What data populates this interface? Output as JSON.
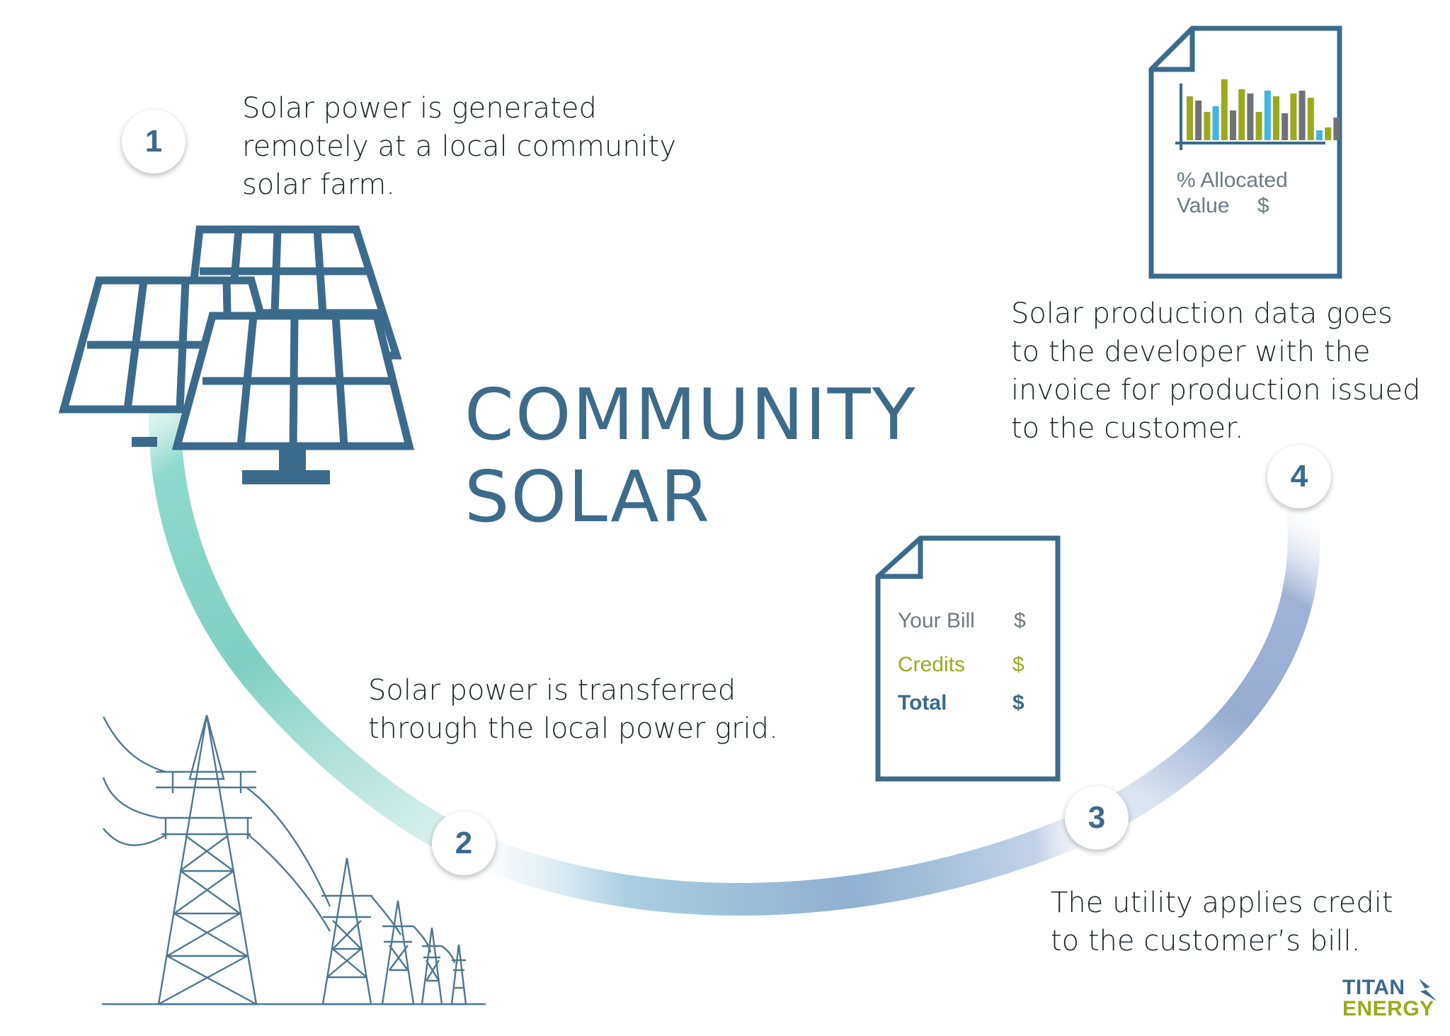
{
  "title": {
    "line1": "COMMUNITY",
    "line2": "SOLAR"
  },
  "steps": [
    {
      "number": "1",
      "lines": [
        "Solar power is generated",
        "remotely at a local community",
        "solar farm."
      ]
    },
    {
      "number": "2",
      "lines": [
        "Solar power is transferred",
        "through the local power grid."
      ]
    },
    {
      "number": "3",
      "lines": [
        "The utility applies credit",
        "to the customer’s bill."
      ]
    },
    {
      "number": "4",
      "lines": [
        "Solar production data goes",
        "to the developer with the",
        "invoice for production issued",
        "to the customer."
      ]
    }
  ],
  "bill": {
    "your_bill_label": "Your Bill",
    "your_bill_value": "$",
    "credits_label": "Credits",
    "credits_value": "$",
    "total_label": "Total",
    "total_value": "$"
  },
  "invoice": {
    "allocated_label": "% Allocated",
    "value_label": "Value",
    "value_symbol": "$"
  },
  "logo": {
    "line1": "TITAN",
    "line2": "ENERGY"
  },
  "colors": {
    "primary": "#3b6b8c",
    "accent_green": "#9aaa1c",
    "accent_cyan": "#3fb8e0",
    "bar_gray": "#6f7378",
    "arc_teal": "#6fcfc0",
    "arc_blue": "#7f9cc8"
  },
  "icons": [
    "solar-panel-icon",
    "power-tower-icon",
    "bill-document-icon",
    "invoice-document-icon",
    "bar-chart-icon",
    "titan-bolt-icon"
  ]
}
